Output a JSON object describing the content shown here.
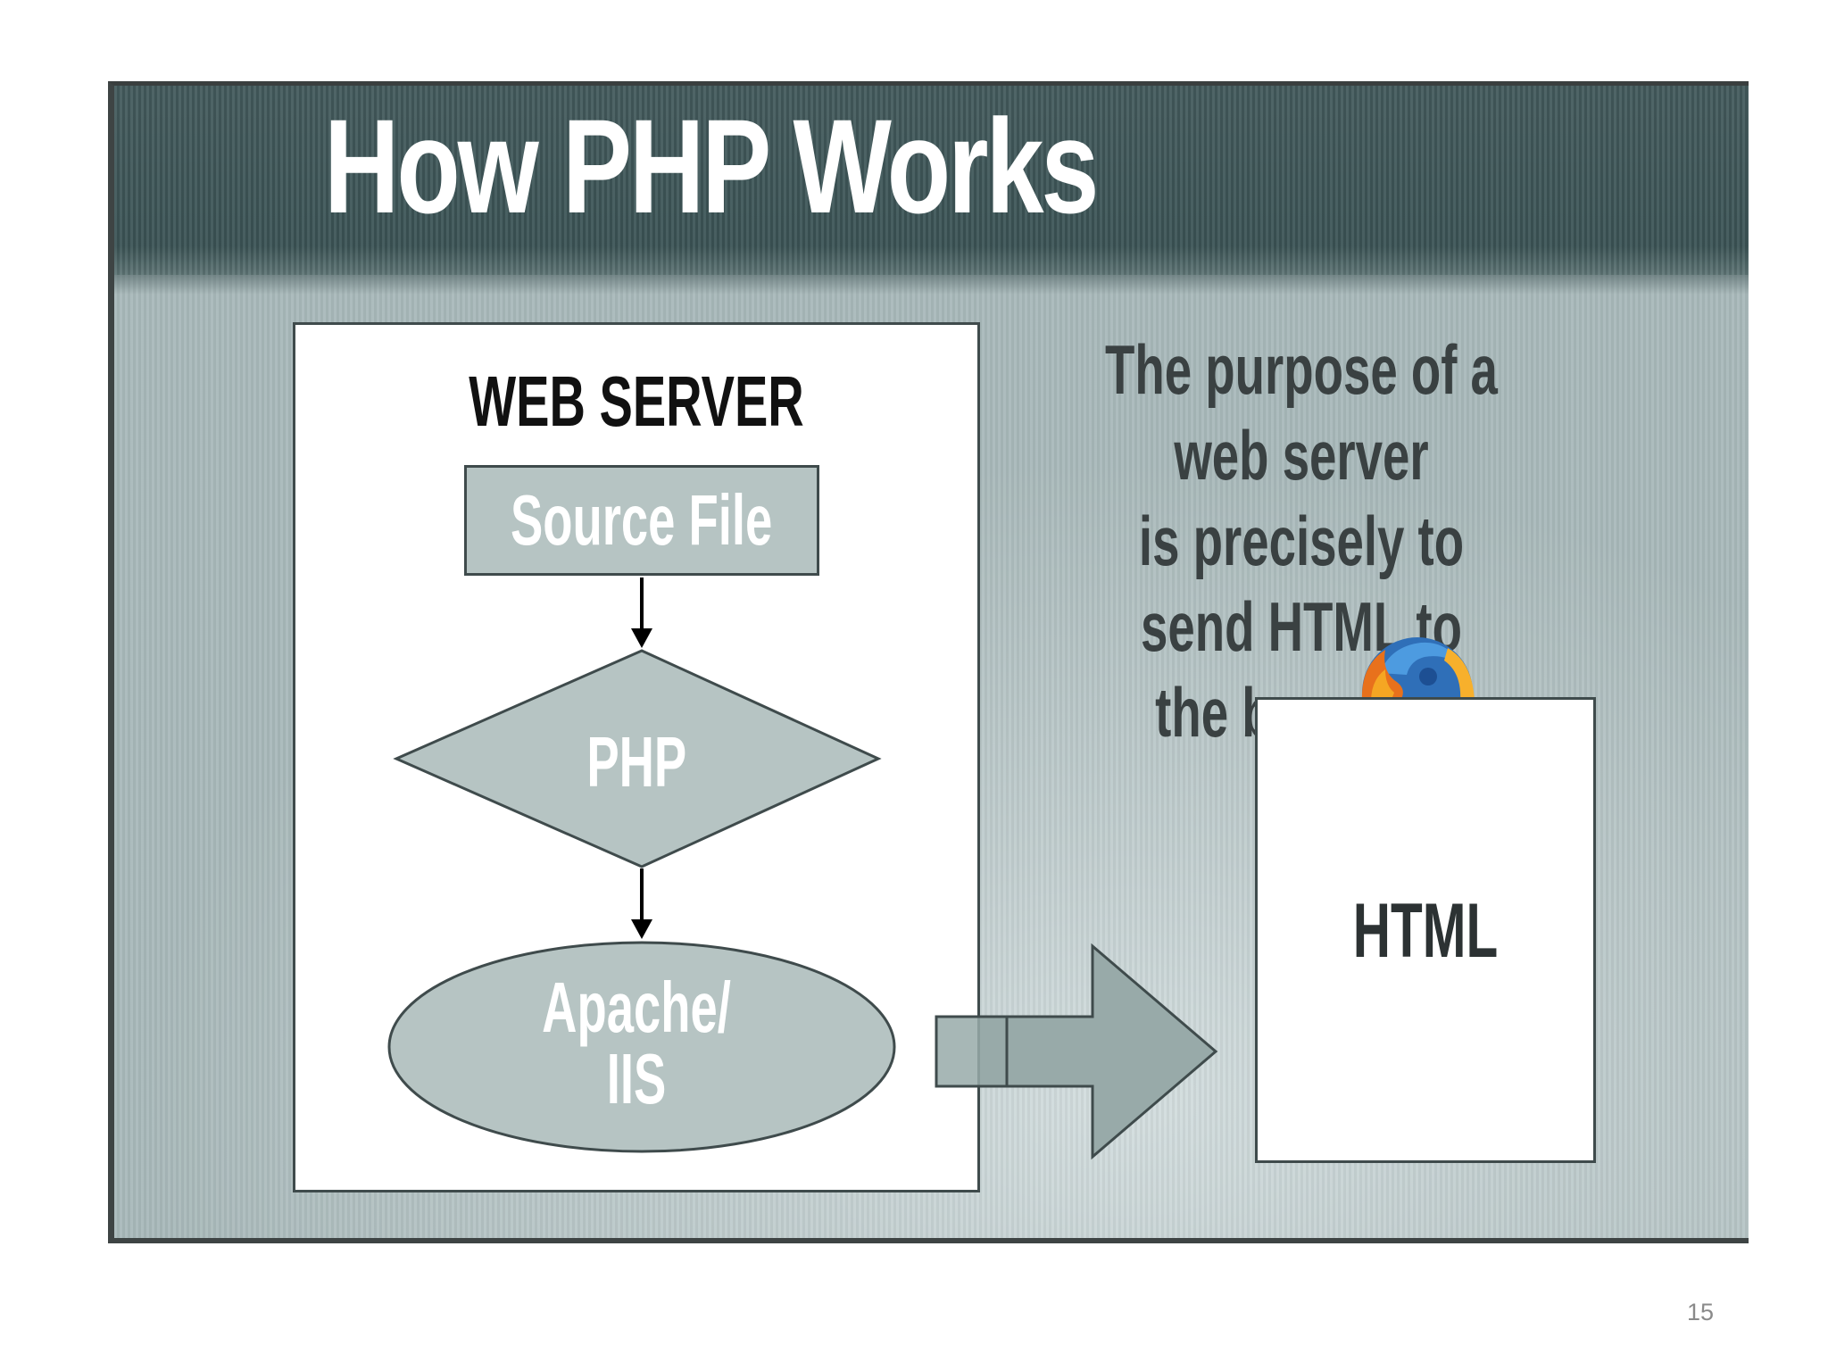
{
  "slide": {
    "title": "How PHP Works",
    "server_label": "WEB SERVER",
    "source_file": "Source File",
    "php": "PHP",
    "apache_line1": "Apache/",
    "apache_line2": "IIS",
    "purpose_line1": "The purpose of a web server",
    "purpose_line2": "is precisely to send HTML to",
    "purpose_line3": "the browser!",
    "html_label": "HTML",
    "browser_icon": "firefox-icon"
  },
  "colors": {
    "title_band": "#3c5456",
    "shape_fill": "#b6c4c3",
    "arrow_fill": "#98aaa9",
    "border": "#3f4b4c"
  },
  "page_number": "15"
}
